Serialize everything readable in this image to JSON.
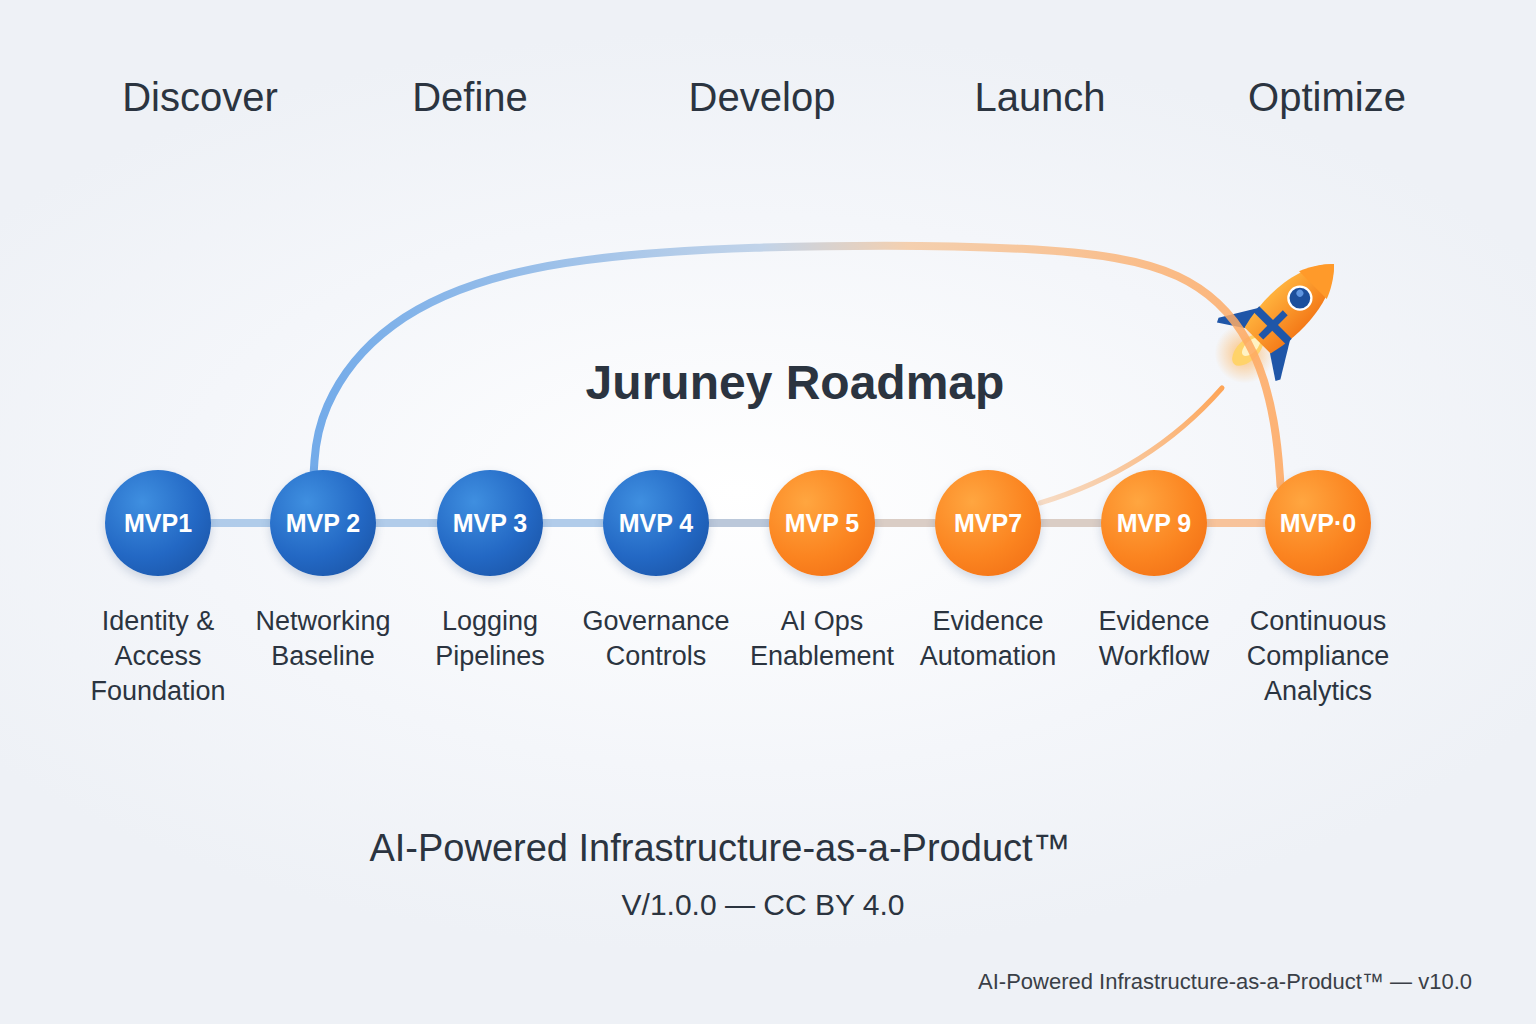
{
  "diagram": {
    "title": "Juruney Roadmap",
    "caption": "AI-Powered Infrastructure-as-a-Product™",
    "nodes": [
      {
        "text": [
          "MVP1",
          "Identity & Access Foundation"
        ]
      },
      {
        "text": [
          "MVP 2",
          "Networking Baseline"
        ]
      },
      {
        "text": [
          "MVP 3",
          "Logging Pipelines"
        ]
      },
      {
        "text": [
          "MVP 4",
          "Governance Controls"
        ]
      },
      {
        "text": [
          "MVP 5",
          "AI Ops Enablement"
        ]
      },
      {
        "text": [
          "MVP7",
          "Evidence Automation"
        ]
      },
      {
        "text": [
          "MVP 9",
          "Evidence Workflow"
        ]
      },
      {
        "text": [
          "MVP·0",
          "Continuous Compliance Analytics"
        ]
      }
    ],
    "edges": [
      {
        "from": 0,
        "to": 1,
        "arrow": "none"
      },
      {
        "from": 1,
        "to": 2,
        "arrow": "none"
      },
      {
        "from": 2,
        "to": 3,
        "arrow": "none"
      },
      {
        "from": 3,
        "to": 4,
        "arrow": "none"
      },
      {
        "from": 4,
        "to": 5,
        "arrow": "none"
      },
      {
        "from": 5,
        "to": 6,
        "arrow": "none"
      },
      {
        "from": 6,
        "to": 7,
        "arrow": "none"
      },
      {
        "from": 1,
        "to": 7,
        "arrow": "none"
      }
    ],
    "labels": [
      "Discover",
      "Define",
      "Develop",
      "Launch",
      "Optimize",
      "V/1.0.0 — CC BY 4.0",
      "AI-Powered Infrastructure-as-a-Product™ — v10.0"
    ]
  }
}
